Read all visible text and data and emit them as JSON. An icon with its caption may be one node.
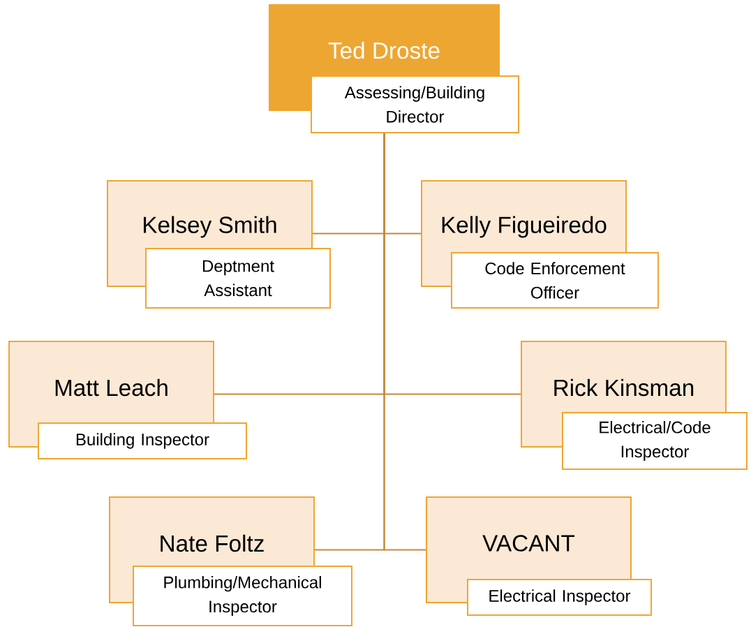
{
  "diagram": {
    "nodes": [
      {
        "text": [
          "Ted Droste",
          "Assessing/Building Director"
        ]
      },
      {
        "text": [
          "Kelsey Smith",
          "Deptment Assistant"
        ]
      },
      {
        "text": [
          "Kelly Figueiredo",
          "Code Enforcement Officer"
        ]
      },
      {
        "text": [
          "Matt Leach",
          "Building Inspector"
        ]
      },
      {
        "text": [
          "Rick Kinsman",
          "Electrical/Code Inspector"
        ]
      },
      {
        "text": [
          "Nate Foltz",
          "Plumbing/Mechanical Inspector"
        ]
      },
      {
        "text": [
          "VACANT",
          "Electrical Inspector"
        ]
      }
    ],
    "edges": [
      {
        "from": 0,
        "to": 1,
        "arrow": "none"
      },
      {
        "from": 0,
        "to": 2,
        "arrow": "none"
      },
      {
        "from": 0,
        "to": 3,
        "arrow": "none"
      },
      {
        "from": 0,
        "to": 4,
        "arrow": "none"
      },
      {
        "from": 0,
        "to": 5,
        "arrow": "none"
      },
      {
        "from": 0,
        "to": 6,
        "arrow": "none"
      }
    ]
  }
}
